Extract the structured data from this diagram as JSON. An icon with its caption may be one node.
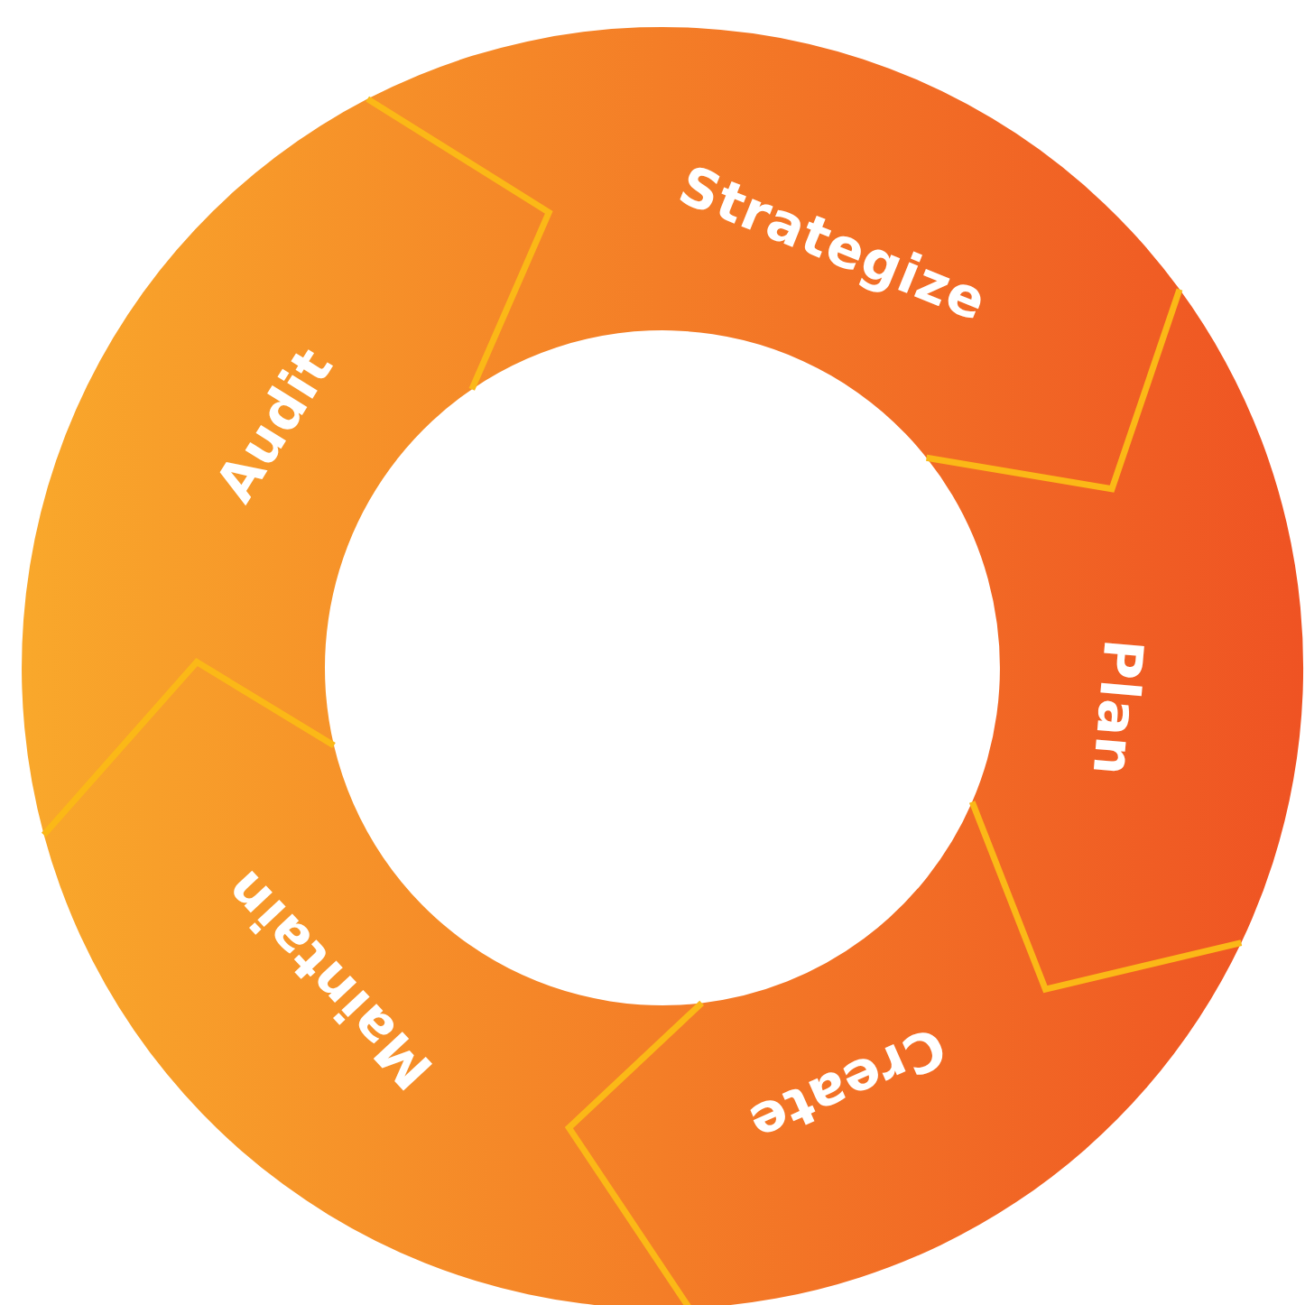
{
  "diagram": {
    "nodes": [
      {
        "text": [
          "Strategize"
        ]
      },
      {
        "text": [
          "Plan"
        ]
      },
      {
        "text": [
          "Create"
        ]
      },
      {
        "text": [
          "Maintain"
        ]
      },
      {
        "text": [
          "Audit"
        ]
      }
    ]
  }
}
